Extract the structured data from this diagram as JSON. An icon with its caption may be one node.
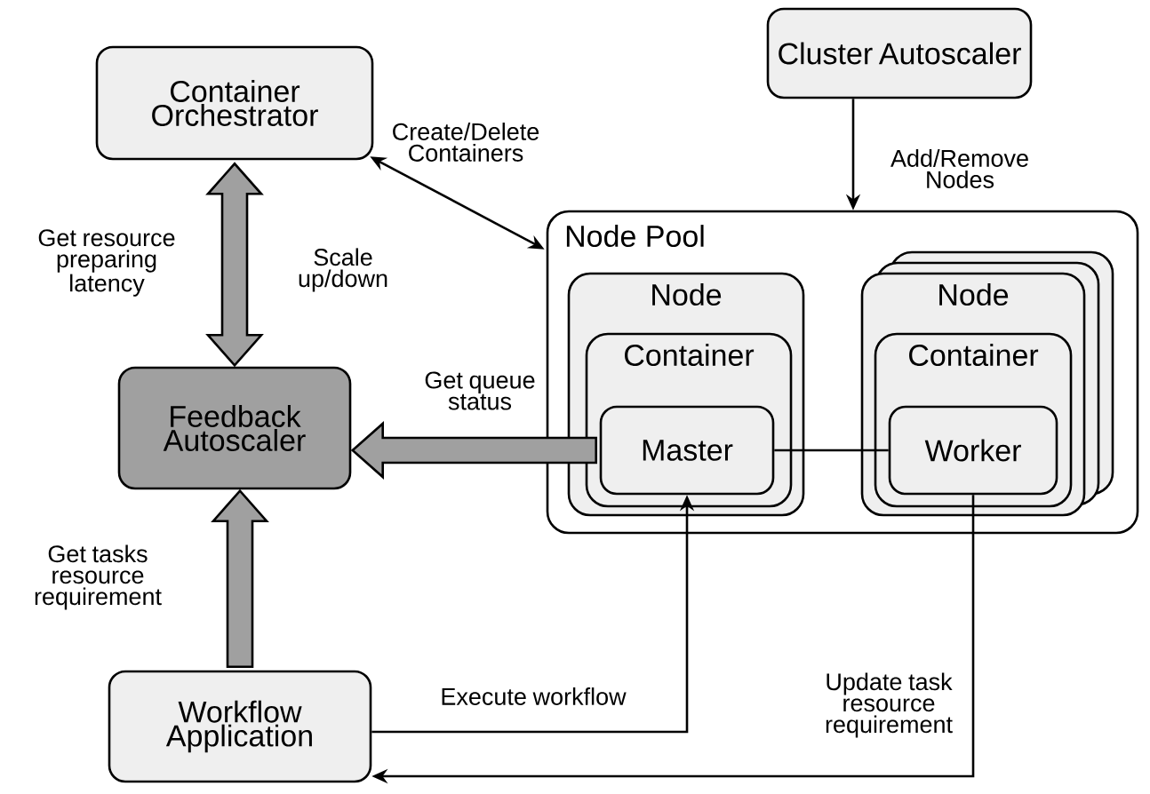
{
  "diagram": {
    "nodes": [
      {
        "text": [
          "Container Orchestrator"
        ]
      },
      {
        "text": [
          "Cluster Autoscaler"
        ]
      },
      {
        "text": [
          "Feedback Autoscaler"
        ]
      },
      {
        "text": [
          "Workflow Application"
        ]
      },
      {
        "text": [
          "Node Pool"
        ]
      },
      {
        "text": [
          "Node"
        ],
        "in": 4
      },
      {
        "text": [
          "Container"
        ],
        "in": 5
      },
      {
        "text": [
          "Master"
        ],
        "in": 6
      },
      {
        "text": [
          "Node"
        ],
        "in": 4
      },
      {
        "text": [
          "Container"
        ],
        "in": 8
      },
      {
        "text": [
          "Worker"
        ],
        "in": 9
      }
    ],
    "edges": [
      {
        "from": 0,
        "to": 2,
        "arrow": "both",
        "label": "Scale up/down",
        "style": "thick",
        "color": "#a0a0a0"
      },
      {
        "from": 0,
        "to": 4,
        "arrow": "both",
        "label": "Create/Delete Containers"
      },
      {
        "from": 7,
        "to": 2,
        "arrow": "to",
        "label": "Get queue status",
        "style": "thick",
        "color": "#a0a0a0"
      },
      {
        "from": 3,
        "to": 2,
        "arrow": "to",
        "label": "Get tasks resource requirement",
        "style": "thick",
        "color": "#a0a0a0"
      },
      {
        "from": 1,
        "to": 4,
        "arrow": "to",
        "label": "Add/Remove Nodes"
      },
      {
        "from": 7,
        "to": 10,
        "arrow": "none"
      },
      {
        "from": 3,
        "to": 7,
        "arrow": "to",
        "label": "Execute workflow"
      },
      {
        "from": 10,
        "to": 3,
        "arrow": "to",
        "label": "Update task resource requirement"
      }
    ],
    "labels": [
      "Get resource preparing latency"
    ]
  }
}
